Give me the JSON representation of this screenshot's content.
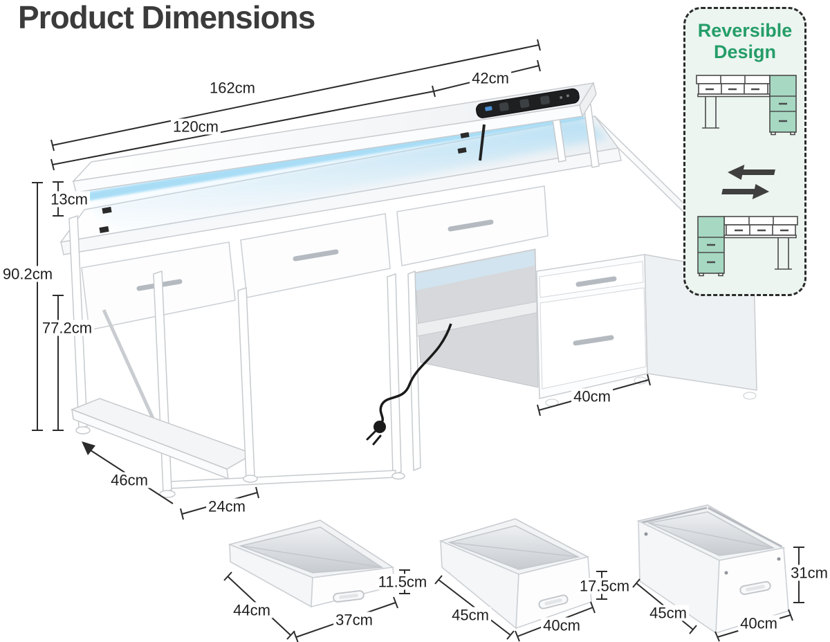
{
  "title": "Product Dimensions",
  "panel": {
    "title_line1": "Reversible",
    "title_line2": "Design"
  },
  "desk": {
    "total_width": "162cm",
    "desktop_width": "120cm",
    "shelf_overhang_width": "42cm",
    "shelf_height": "13cm",
    "total_height": "90.2cm",
    "desktop_height": "77.2cm",
    "depth": "46cm",
    "storage_shelf_width": "24cm",
    "file_cabinet_width": "40cm"
  },
  "drawer_boxes": [
    {
      "name": "small drawer",
      "depth": "44cm",
      "width": "37cm",
      "height": "11.5cm"
    },
    {
      "name": "medium drawer",
      "depth": "45cm",
      "width": "40cm",
      "height": "17.5cm"
    },
    {
      "name": "file drawer",
      "depth": "45cm",
      "width": "40cm",
      "height": "31cm"
    }
  ],
  "colors": {
    "title_text": "#3b3b3b",
    "dimension_lines": "#2b2b2b",
    "panel_green_text": "#259d69",
    "panel_background": "#ecf5f0",
    "icon_cabinet_green": "#a6d8c2",
    "led_blue": "#a5dcf6",
    "power_strip_black": "#1d1f21"
  },
  "icons": {
    "power_strip": "power-strip-with-outlets",
    "plug": "power-plug-with-cable",
    "swap": "reversible-swap-arrows"
  }
}
